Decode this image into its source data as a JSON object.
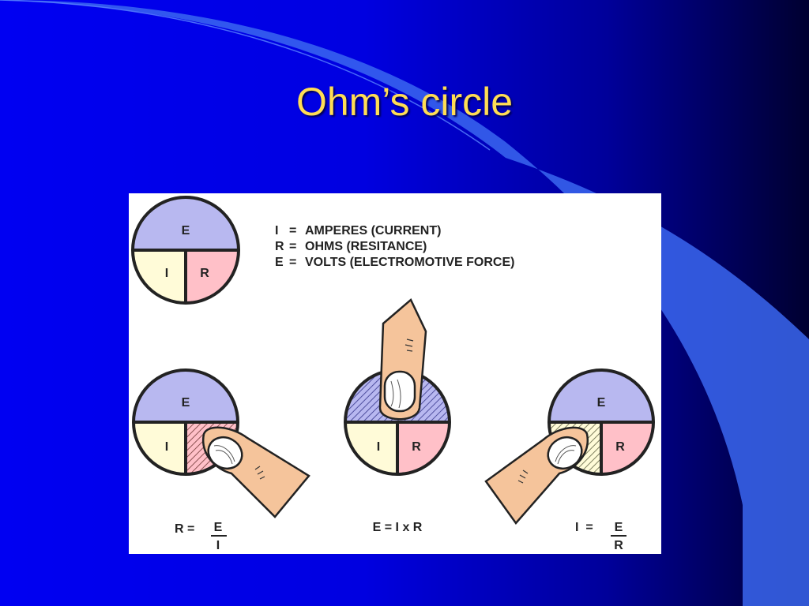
{
  "slide": {
    "title": "Ohm’s circle"
  },
  "colors": {
    "title": "#ffdd55",
    "e_section": "#b8b8f0",
    "i_section": "#fffbd8",
    "r_section": "#ffc0c8",
    "finger": "#f5c49b"
  },
  "figure": {
    "letters": {
      "e": "E",
      "i": "I",
      "r": "R"
    },
    "legend": [
      {
        "symbol": "I",
        "eq": "=",
        "desc": "AMPERES (CURRENT)"
      },
      {
        "symbol": "R",
        "eq": "=",
        "desc": "OHMS (RESITANCE)"
      },
      {
        "symbol": "E",
        "eq": "=",
        "desc": "VOLTS (ELECTROMOTIVE FORCE)"
      }
    ],
    "formulas": {
      "resistance": {
        "lhs": "R =",
        "numerator": "E",
        "denominator": "I"
      },
      "voltage": {
        "text": "E = I x R"
      },
      "current": {
        "lhs": "I  =",
        "numerator": "E",
        "denominator": "R"
      }
    }
  }
}
